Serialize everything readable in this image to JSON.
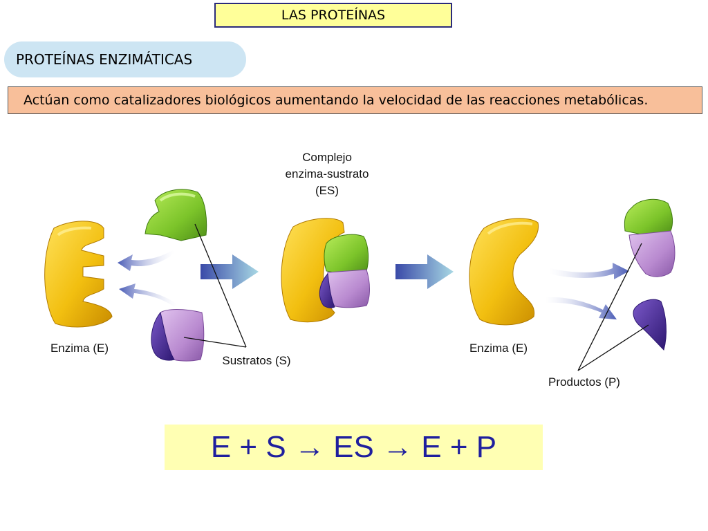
{
  "header": {
    "title": "LAS PROTEÍNAS"
  },
  "section": {
    "title": "PROTEÍNAS ENZIMÁTICAS"
  },
  "definition": {
    "text": "Actúan como catalizadores biológicos aumentando la velocidad de las reacciones metabólicas."
  },
  "diagram": {
    "complex_label": [
      "Complejo",
      "enzima-sustrato",
      "(ES)"
    ],
    "enzyme_label_left": "Enzima (E)",
    "substrates_label": "Sustratos (S)",
    "enzyme_label_right": "Enzima (E)",
    "products_label": "Productos (P)"
  },
  "equation": {
    "text": "E + S → ES → E + P"
  },
  "colors": {
    "enzyme": "#f2bf10",
    "substrate_green": "#7cc42a",
    "substrate_lilac": "#b98ad0",
    "substrate_purple": "#4a2a96",
    "arrow_blue": "#5060b8",
    "equation_text": "#1f1f9e"
  }
}
